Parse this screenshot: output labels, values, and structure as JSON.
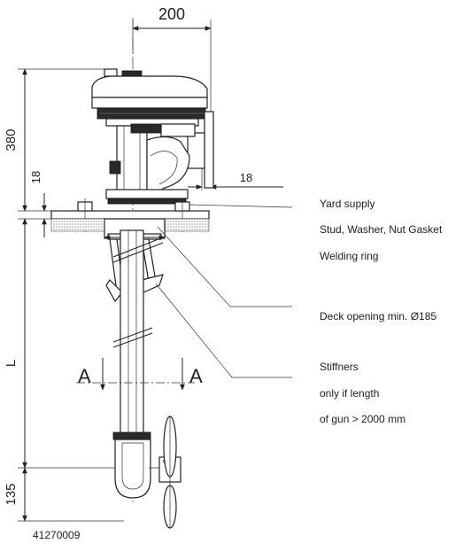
{
  "dimensions": {
    "top_width": "200",
    "overall_height": "380",
    "flange_thickness": "18",
    "offset_right": "18",
    "length": "L",
    "bottom": "135"
  },
  "section": {
    "left": "A",
    "right": "A"
  },
  "callouts": [
    "Yard supply",
    "Stud, Washer, Nut Gasket",
    "Welding ring",
    "Deck opening min. Ø185",
    "Stiffners",
    "only if length",
    "of gun > 2000 mm"
  ],
  "drawing_number": "41270009"
}
